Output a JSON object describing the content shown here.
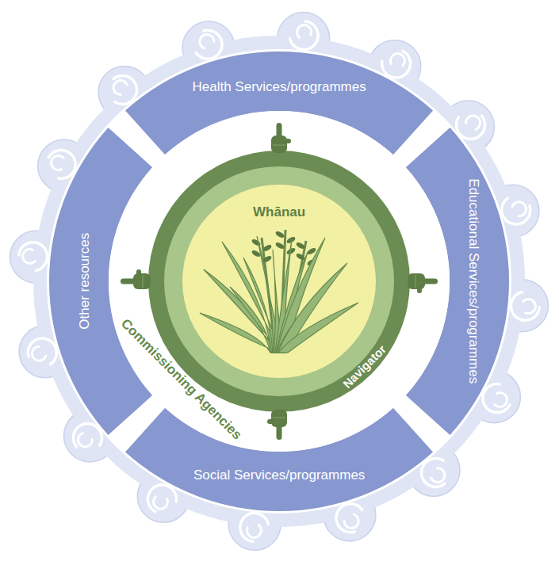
{
  "diagram": {
    "nodes": [
      {
        "text": [
          "Health Services/programmes"
        ]
      },
      {
        "text": [
          "Educational Services/programmes"
        ]
      },
      {
        "text": [
          "Social Services/programmes"
        ]
      },
      {
        "text": [
          "Other resources"
        ]
      },
      {
        "text": [
          "Commissioning Agencies"
        ]
      },
      {
        "text": [
          "Navigator"
        ],
        "in": 4
      },
      {
        "text": [
          "Whānau"
        ],
        "in": 5
      }
    ]
  }
}
